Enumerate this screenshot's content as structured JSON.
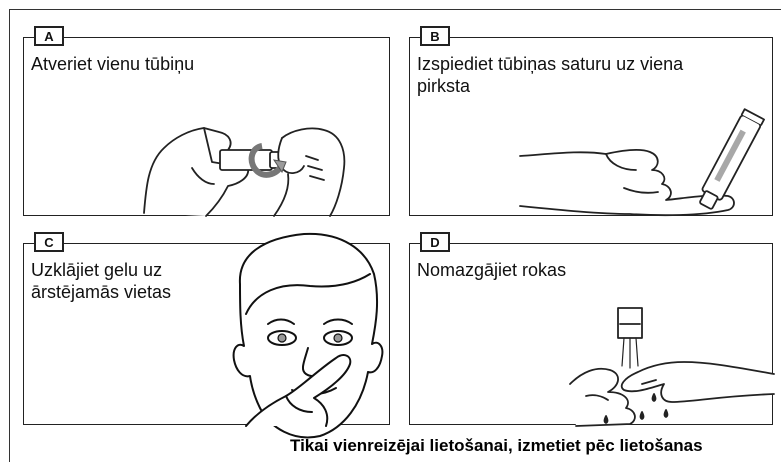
{
  "panels": [
    {
      "label": "A",
      "caption": "Atveriet vienu tūbiņu"
    },
    {
      "label": "B",
      "caption": "Izspiediet tūbiņas saturu uz viena\npirksta"
    },
    {
      "label": "C",
      "caption": "Uzklājiet gelu uz\nārstējamās vietas"
    },
    {
      "label": "D",
      "caption": "Nomazgājiet rokas"
    }
  ],
  "footer": "Tikai vienreizējai lietošanai, izmetiet pēc lietošanas",
  "colors": {
    "line": "#222222",
    "arrow_fill": "#9a9a9a",
    "tube_stripe": "#a8a8a8"
  },
  "icons": [
    "hands-opening-tube-icon",
    "rotate-arrow-icon",
    "finger-with-gel-tube-icon",
    "face-applying-gel-icon",
    "hands-washing-under-tap-icon"
  ]
}
